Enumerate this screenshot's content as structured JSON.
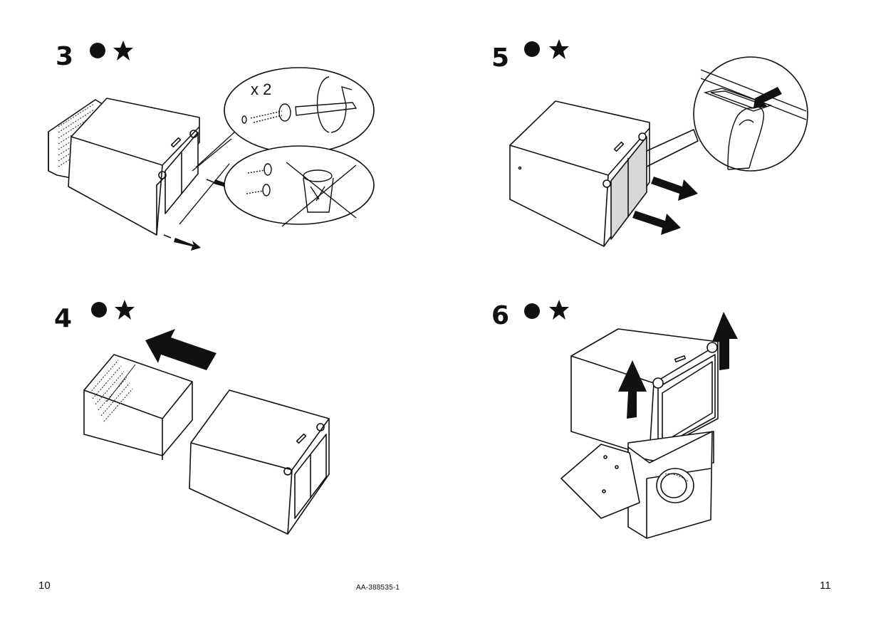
{
  "steps": [
    {
      "number": "3",
      "icons": [
        "filled-circle-icon",
        "star-icon"
      ],
      "callout": {
        "quantity": "x 2"
      }
    },
    {
      "number": "4",
      "icons": [
        "filled-circle-icon",
        "star-icon"
      ]
    },
    {
      "number": "5",
      "icons": [
        "filled-circle-icon",
        "star-icon"
      ]
    },
    {
      "number": "6",
      "icons": [
        "filled-circle-icon",
        "star-icon"
      ]
    }
  ],
  "footer": {
    "page_left": "10",
    "document_id": "AA-388535-1",
    "page_right": "11"
  },
  "colors": {
    "ink": "#111111",
    "paper": "#ffffff",
    "filter_gray": "#d8d8d8"
  }
}
